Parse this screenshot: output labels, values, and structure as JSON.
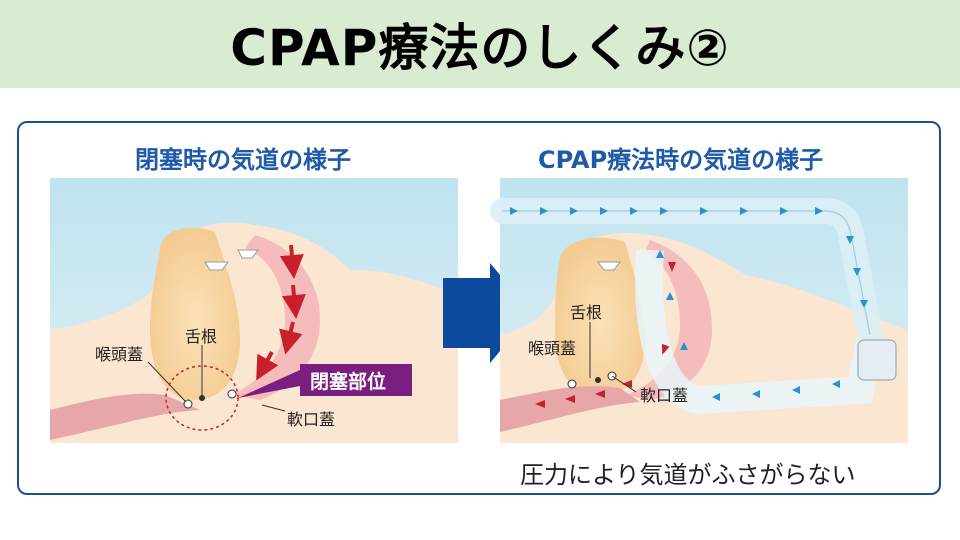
{
  "title": "CPAP療法のしくみ②",
  "left_panel": {
    "title": "閉塞時の気道の様子",
    "label_tongue_root": "舌根",
    "label_epiglottis": "喉頭蓋",
    "label_soft_palate": "軟口蓋",
    "label_obstruction": "閉塞部位"
  },
  "right_panel": {
    "title": "CPAP療法時の気道の様子",
    "label_tongue_root": "舌根",
    "label_epiglottis": "喉頭蓋",
    "label_soft_palate": "軟口蓋",
    "caption": "圧力により気道がふさがらない"
  },
  "colors": {
    "title_bg": "#d9ecd2",
    "frame_border": "#1f4e8c",
    "panel_title": "#1f5aa8",
    "arrow_blue": "#0b4a9c",
    "obstruction_badge": "#7a1f7f",
    "airflow_arrow": "#2c8fd6",
    "blocked_arrow": "#c8202a"
  }
}
